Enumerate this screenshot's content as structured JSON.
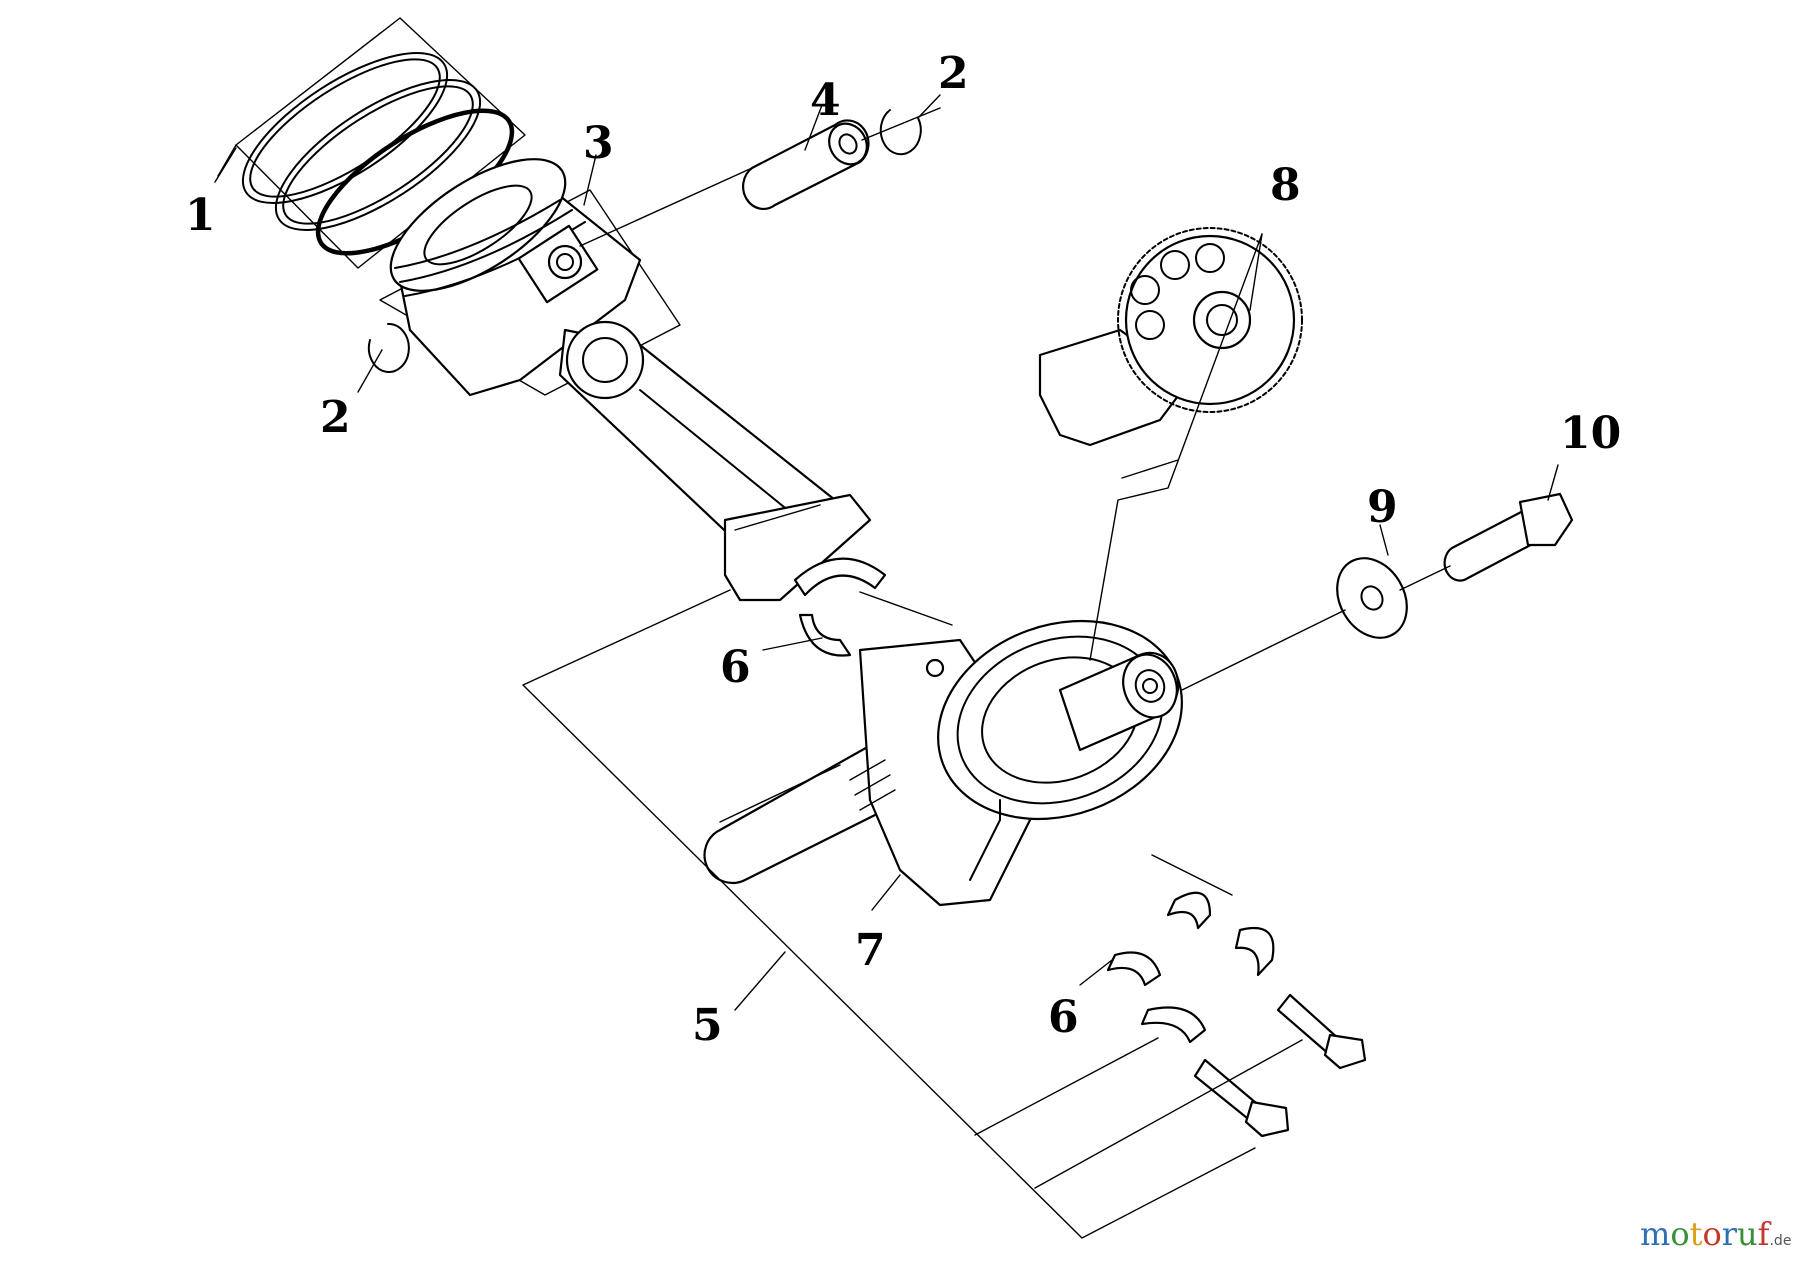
{
  "callouts": [
    {
      "id": "ring-set",
      "text": "1"
    },
    {
      "id": "circlip-right",
      "text": "2"
    },
    {
      "id": "circlip-left",
      "text": "2"
    },
    {
      "id": "piston",
      "text": "3"
    },
    {
      "id": "piston-pin",
      "text": "4"
    },
    {
      "id": "connecting-rod-assy",
      "text": "5"
    },
    {
      "id": "bearing-top",
      "text": "6"
    },
    {
      "id": "bearing-bottom",
      "text": "6"
    },
    {
      "id": "crankshaft",
      "text": "7"
    },
    {
      "id": "camshaft",
      "text": "8"
    },
    {
      "id": "washer",
      "text": "9"
    },
    {
      "id": "bolt",
      "text": "10"
    }
  ],
  "watermark": {
    "letters": [
      "m",
      "o",
      "t",
      "o",
      "r",
      "u",
      "f"
    ],
    "colors": [
      "#2f6fb5",
      "#3a8f3a",
      "#d9a21b",
      "#c0392b",
      "#2f6fb5",
      "#3a8f3a",
      "#c0392b"
    ],
    "suffix": ".de"
  }
}
